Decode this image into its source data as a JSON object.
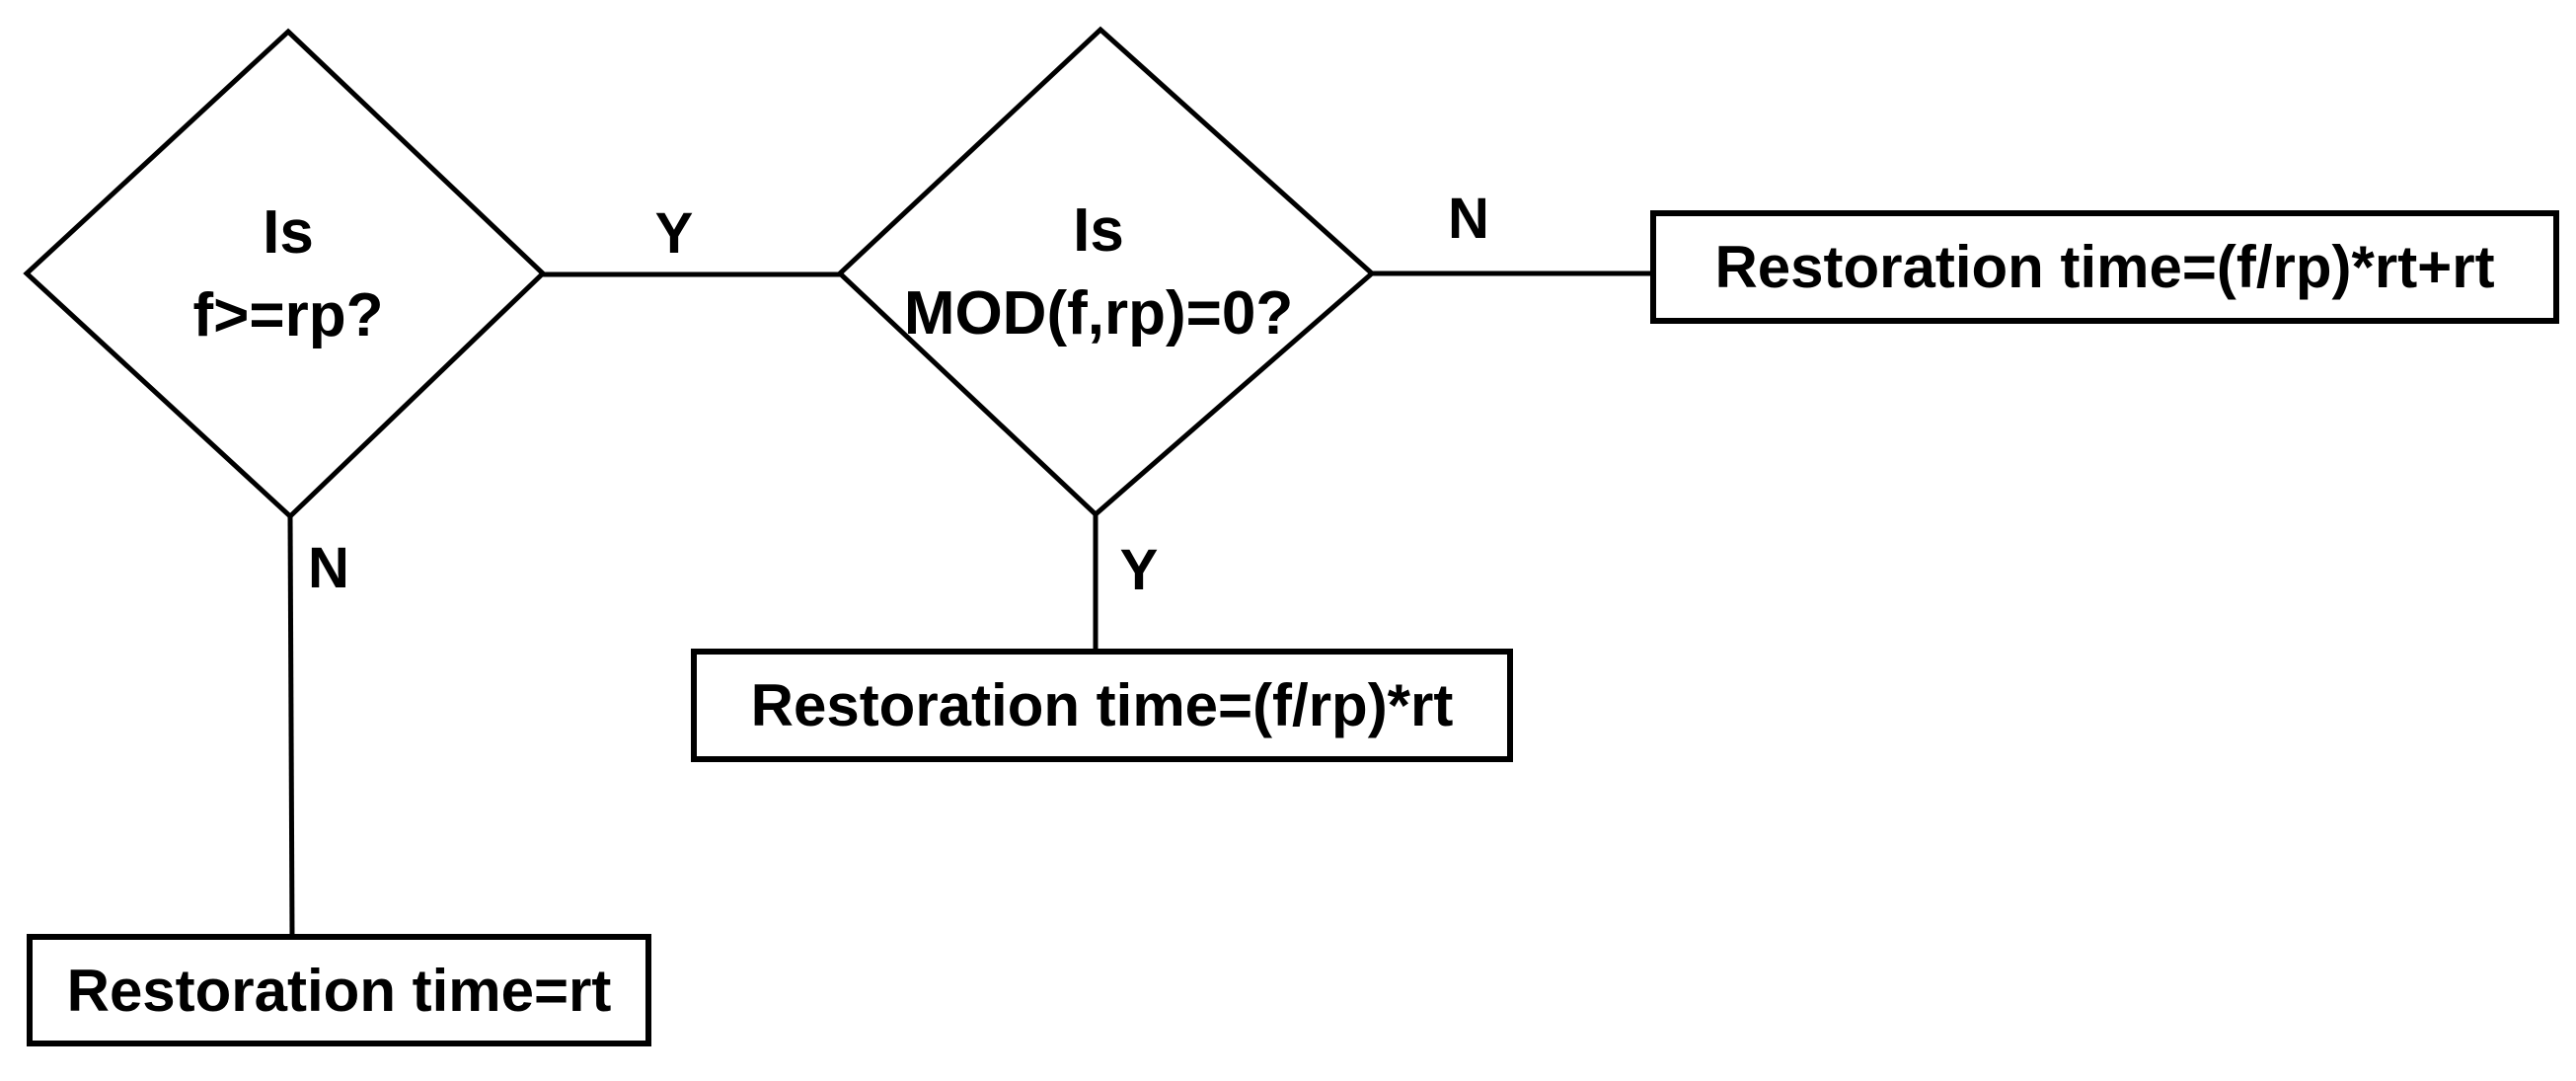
{
  "flowchart": {
    "colors": {
      "background": "#ffffff",
      "line": "#000000",
      "text": "#000000"
    },
    "decision1": {
      "line1": "Is",
      "line2": "f>=rp?",
      "yes_label": "Y",
      "no_label": "N"
    },
    "decision2": {
      "line1": "Is",
      "line2": "MOD(f,rp)=0?",
      "yes_label": "Y",
      "no_label": "N"
    },
    "outcomes": {
      "decision1_no": "Restoration time=rt",
      "decision2_yes": "Restoration time=(f/rp)*rt",
      "decision2_no": "Restoration time=(f/rp)*rt+rt"
    }
  }
}
